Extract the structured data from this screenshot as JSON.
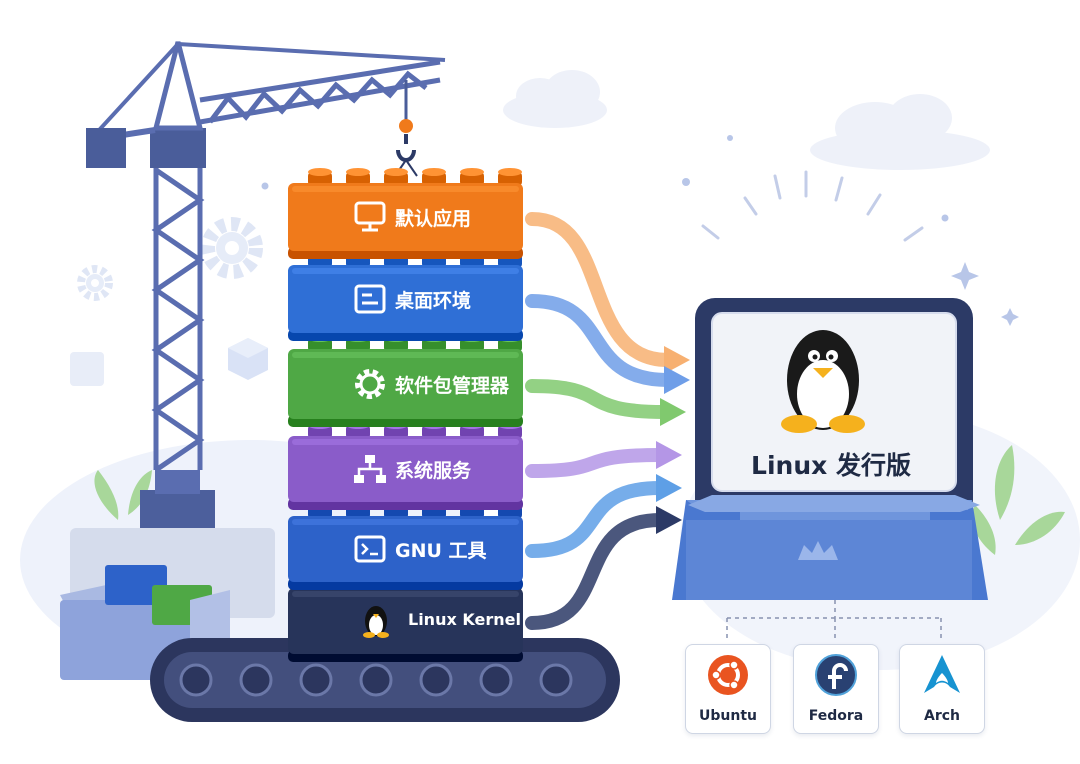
{
  "stack": {
    "blocks": [
      {
        "label": "默认应用",
        "color": "#f07a1b",
        "icon": "monitor-icon"
      },
      {
        "label": "桌面环境",
        "color": "#2f6fd6",
        "icon": "window-icon"
      },
      {
        "label": "软件包管理器",
        "color": "#4fa845",
        "icon": "gear-icon"
      },
      {
        "label": "系统服务",
        "color": "#8a5cc9",
        "icon": "hierarchy-icon"
      },
      {
        "label": "GNU 工具",
        "color": "#2d62c9",
        "icon": "terminal-icon"
      },
      {
        "label": "Linux Kernel",
        "color": "#27345a",
        "icon": "tux-icon"
      }
    ]
  },
  "arrows": {
    "colors": [
      "#f7b071",
      "#6f9ee8",
      "#80c96e",
      "#b496e6",
      "#5e9fe6",
      "#2c3a66"
    ]
  },
  "monitor": {
    "title": "Linux 发行版",
    "icon": "tux-icon"
  },
  "distros": [
    {
      "name": "Ubuntu",
      "color": "#e95420",
      "icon": "ubuntu-logo-icon"
    },
    {
      "name": "Fedora",
      "color": "#294172",
      "icon": "fedora-logo-icon"
    },
    {
      "name": "Arch",
      "color": "#1793d1",
      "icon": "arch-logo-icon"
    }
  ]
}
